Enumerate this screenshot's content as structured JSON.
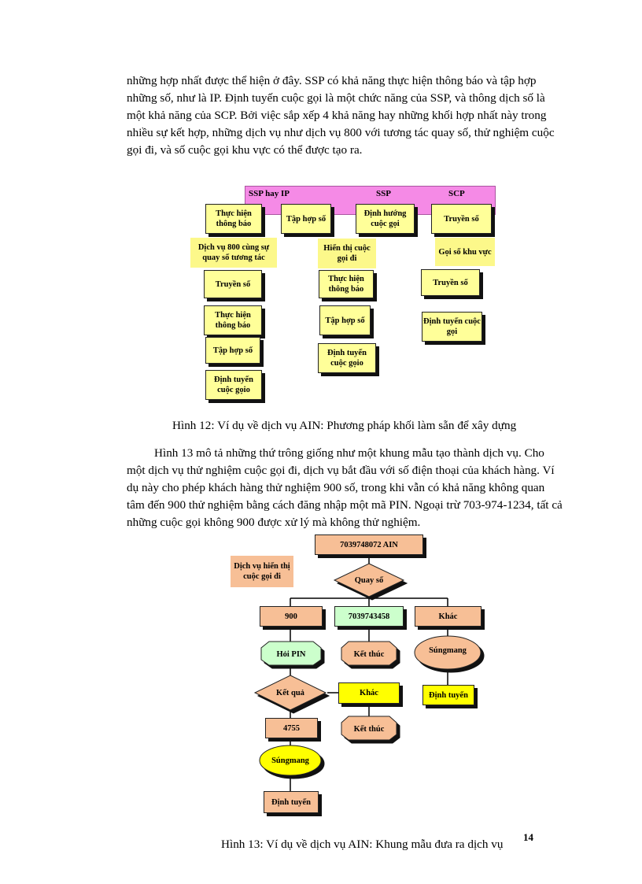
{
  "para1": [
    "những hợp nhất được thể hiện ở đây. SSP có khả năng thực hiện thông báo và tập hợp",
    "những số, như là IP.  Định tuyến cuộc gọi là một chức năng của SSP, và thông dịch số là",
    "một khả năng của SCP.  Bởi việc sắp xếp 4 khả năng hay những khối hợp nhất này trong",
    "nhiều sự kết hợp, những dịch vụ như dịch vụ 800 với tương tác quay số, thử nghiệm cuộc",
    "gọi đi, và số cuộc gọi khu vực có thể được tạo ra."
  ],
  "fig12": {
    "band": {
      "ssp_ip": "SSP hay IP",
      "ssp": "SSP",
      "scp": "SCP"
    },
    "col1": [
      "Thực hiện thông báo",
      "Dịch vụ 800 cùng sự quay số tương tác",
      "Truyền số",
      "Thực hiện thông báo",
      "Tập hợp số",
      "Định tuyến cuộc gọio"
    ],
    "col2": [
      "Tập hợp số",
      "Hiển thị cuộc gọi đi",
      "Thực hiện thông báo",
      "Tập hợp số",
      "Định tuyến cuộc gọio"
    ],
    "col2b": [
      "Định hướng cuộc gọi"
    ],
    "col3": [
      "Truyền số",
      "Gọi số khu vực",
      "Truyền số",
      "Định tuyến cuộc gọi"
    ],
    "caption": "Hình 12: Ví dụ về dịch vụ AIN: Phương pháp khối làm sẵn để xây dựng"
  },
  "para2": [
    "Hình 13 mô tả những thứ trông giống như một khung mẫu tạo thành dịch vụ. Cho",
    "một dịch vụ thử nghiệm cuộc gọi đi, dịch vụ bắt đầu với số điện thoại của khách hàng. Ví",
    "dụ này cho phép khách hàng thử nghiệm 900 số, trong khi vẫn có khả năng không quan",
    "tâm đến 900 thử nghiệm bằng cách đăng nhập một mã PIN. Ngoại trừ 703-974-1234, tất cả",
    "những cuộc gọi không 900 được xử lý mà không thử nghiệm."
  ],
  "fig13": {
    "start": "7039748072 AIN",
    "label": "Dịch vụ hiển thị cuộc gọi đi",
    "dial": "Quay số",
    "b900": "900",
    "bnum": "7039743458",
    "bother": "Khác",
    "askpin": "Hỏi PIN",
    "end1": "Kết thúc",
    "busy1": "Súngmang",
    "result": "Kết quả",
    "other2": "Khác",
    "route1": "Định tuyến",
    "pin": "4755",
    "end2": "Kết thúc",
    "busy2": "Súngmang",
    "route2": "Định tuyến",
    "caption": "Hình 13: Ví dụ về dịch vụ AIN: Khung mẫu đưa ra dịch vụ"
  },
  "page_number": "14"
}
